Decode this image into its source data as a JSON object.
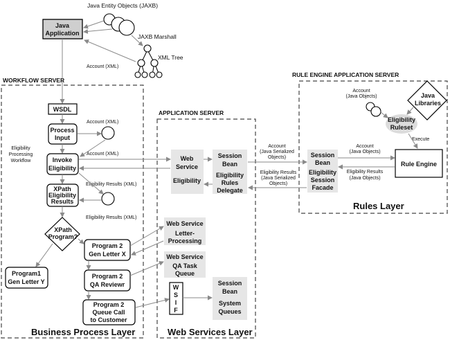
{
  "labels": {
    "java_entity_objects": "Java Entity Objects (JAXB)",
    "java_application": [
      "Java",
      "Application"
    ],
    "jaxb_marshall": "JAXB Marshall",
    "xml_tree": "XML Tree",
    "account_xml_top": "Account (XML)",
    "workflow_server": "WORKFLOW SERVER",
    "application_server": "APPLICATION SERVER",
    "rule_engine_app_server": "RULE ENGINE APPLICATION SERVER",
    "wsdl": "WSDL",
    "process_input": [
      "Process",
      "Input"
    ],
    "account_xml_1": "Account (XML)",
    "account_xml_2": "Account (XML)",
    "eligibility_processing_workflow": [
      "Eligibility",
      "Processing",
      "Workflow"
    ],
    "invoke_eligibility": [
      "Invoke",
      "Eligibility"
    ],
    "eligibility_results_xml_1": "Eligibility Results (XML)",
    "xpath_eligibility_results": [
      "XPath",
      "Eligibility",
      "Results"
    ],
    "eligibility_results_xml_2": "Eligibility Results (XML)",
    "xpath_program": [
      "XPath",
      "Program?"
    ],
    "program2_gen_letter_x": [
      "Program 2",
      "Gen Letter X"
    ],
    "program1_gen_letter_y": [
      "Program1",
      "Gen Letter Y"
    ],
    "program2_qa_review": [
      "Program 2",
      "QA Reviewr"
    ],
    "program2_queue_call": [
      "Program 2",
      "Queue Call",
      "to Customer"
    ],
    "web_service_eligibility": [
      "Web",
      "Service",
      "Eligibility"
    ],
    "session_bean_eligibility_rules": [
      "Session",
      "Bean",
      "Eligibility",
      "Rules",
      "Delegate"
    ],
    "ws_letter_processing": [
      "Web Service",
      "Letter-",
      "Processing"
    ],
    "ws_qa_task_queue": [
      "Web Service",
      "QA Task",
      "Queue"
    ],
    "wsif": [
      "W",
      "S",
      "I",
      "F"
    ],
    "session_bean_system_queues": [
      "Session",
      "Bean",
      "System",
      "Queues"
    ],
    "account_java_serialized": [
      "Account",
      "(Java Serialized",
      "Objects)"
    ],
    "eligibility_results_java_serialized": [
      "Eligibility Results",
      "(Java Serialized",
      "Objects)"
    ],
    "session_bean_facade": [
      "Session",
      "Bean",
      "Eligibility",
      "Session",
      "Facade"
    ],
    "account_java_objects_1": [
      "Account",
      "(Java Objects)"
    ],
    "account_java_objects_2": [
      "Account",
      "(Java Objects)"
    ],
    "eligibility_results_java_objects": [
      "Eligibility Results",
      "(Java Objects)"
    ],
    "java_libraries": [
      "Java",
      "Libraries"
    ],
    "eligibility_ruleset": [
      "Eligibility",
      "Ruleset"
    ],
    "execute": "Execute",
    "rule_engine": "Rule Engine",
    "business_process_layer": "Business Process Layer",
    "web_services_layer": "Web Services Layer",
    "rules_layer": "Rules Layer"
  }
}
